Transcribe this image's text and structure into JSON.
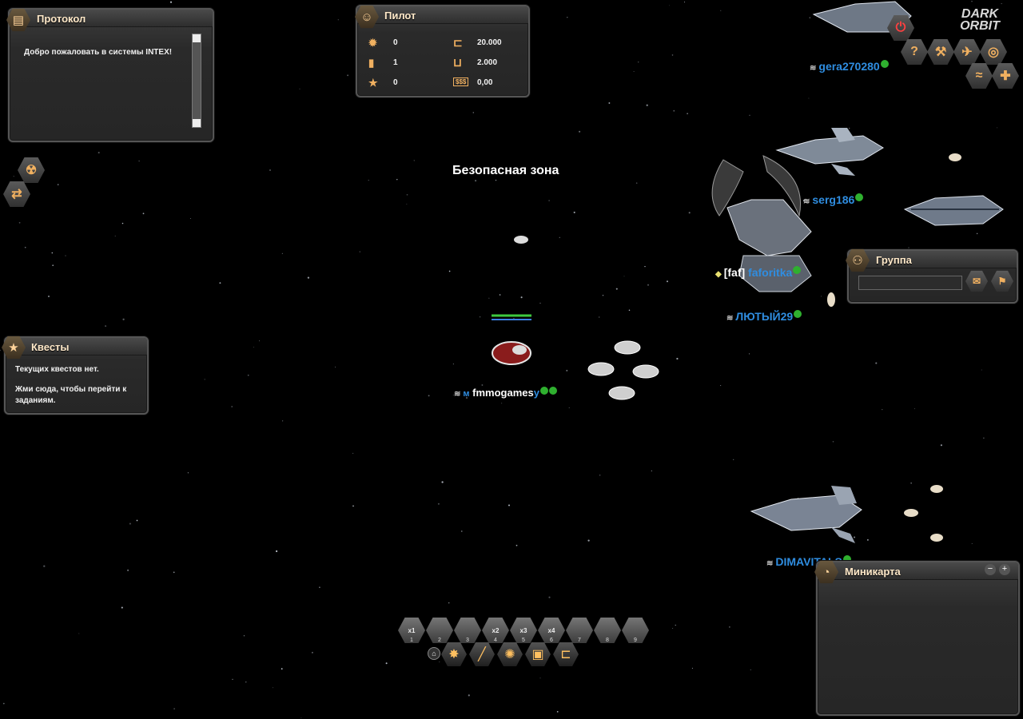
{
  "safe_zone": "Безопасная зона",
  "protocol": {
    "title": "Протокол",
    "message": "Добро пожаловать в системы INTEX!"
  },
  "pilot": {
    "title": "Пилот",
    "stats": [
      {
        "icon": "gear-icon",
        "value": "0"
      },
      {
        "icon": "level-bars-icon",
        "value": "1"
      },
      {
        "icon": "rank-star-icon",
        "value": "0"
      },
      {
        "icon": "credits-icon",
        "value": "20.000"
      },
      {
        "icon": "uridium-icon",
        "value": "2.000"
      },
      {
        "icon": "money-icon",
        "value": "0,00"
      }
    ],
    "money_label": "$$$"
  },
  "quests": {
    "title": "Квесты",
    "line1": "Текущих квестов нет.",
    "line2": "Жми сюда, чтобы перейти к заданиям."
  },
  "group": {
    "title": "Группа",
    "input_value": ""
  },
  "minimap": {
    "title": "Миникарта",
    "minus": "−",
    "plus": "+"
  },
  "players": {
    "self": {
      "prefix": "м",
      "name": "fmmogames",
      "suffix": "y"
    },
    "gera": "gera270280",
    "serg": "serg186",
    "faf_clan": "[faf]",
    "faf_name": "faforitka",
    "lyuty": "ЛЮТЫЙ29",
    "dima": "DIMAVITALS"
  },
  "logo": "DARK ORBIT",
  "action_slots": [
    "1",
    "2",
    "3",
    "4",
    "5",
    "6",
    "7",
    "8",
    "9"
  ],
  "slot_labels": [
    "x1",
    "",
    "",
    "x2",
    "x3",
    "x4",
    "",
    "",
    ""
  ],
  "colors": {
    "player_name": "#2f8de0",
    "panel_title": "#ffe9c9",
    "accent": "#f0b060",
    "hp_green": "#3ec93e",
    "shield_blue": "#3b7fe0"
  }
}
